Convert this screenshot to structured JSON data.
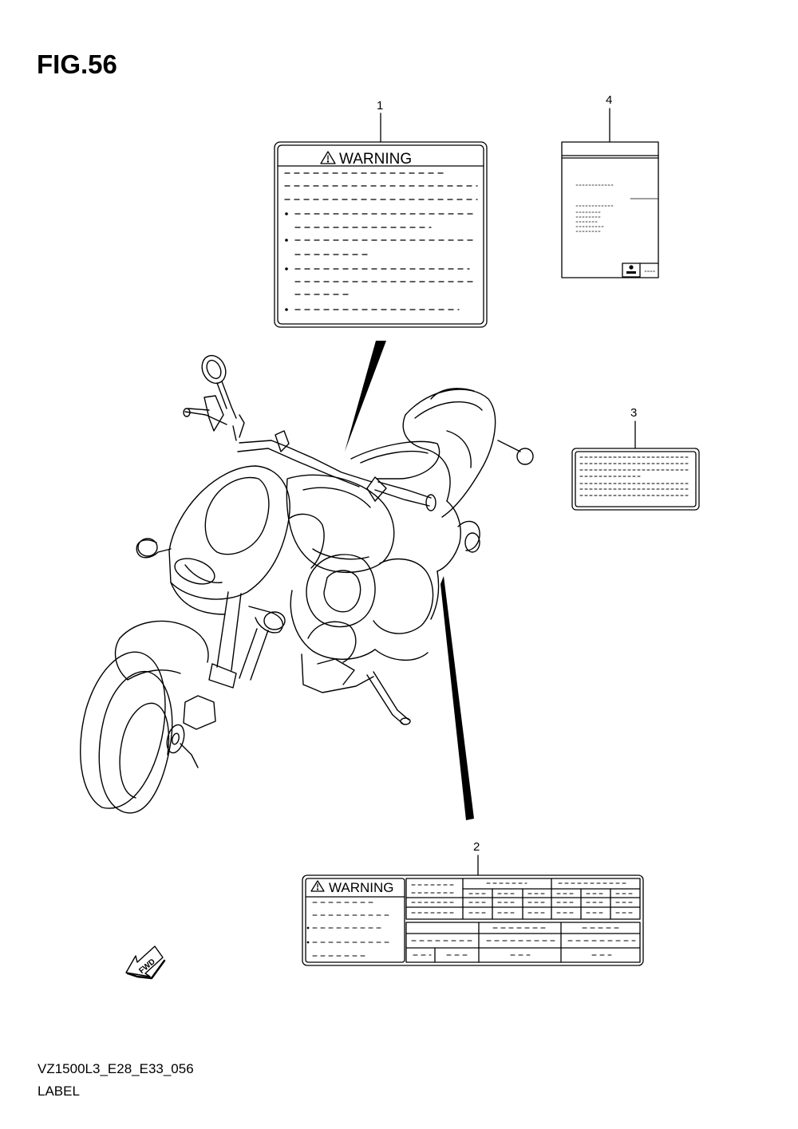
{
  "figure": {
    "title": "FIG.56",
    "code": "VZ1500L3_E28_E33_056",
    "name": "LABEL"
  },
  "callouts": [
    {
      "id": "1",
      "label": "1"
    },
    {
      "id": "2",
      "label": "2"
    },
    {
      "id": "3",
      "label": "3"
    },
    {
      "id": "4",
      "label": "4"
    }
  ],
  "labels": {
    "warning_label_1": {
      "heading": "WARNING"
    },
    "warning_label_2": {
      "heading": "WARNING"
    }
  },
  "direction_arrow": {
    "text": "FWD"
  },
  "line_color": "#000000",
  "background": "#ffffff"
}
